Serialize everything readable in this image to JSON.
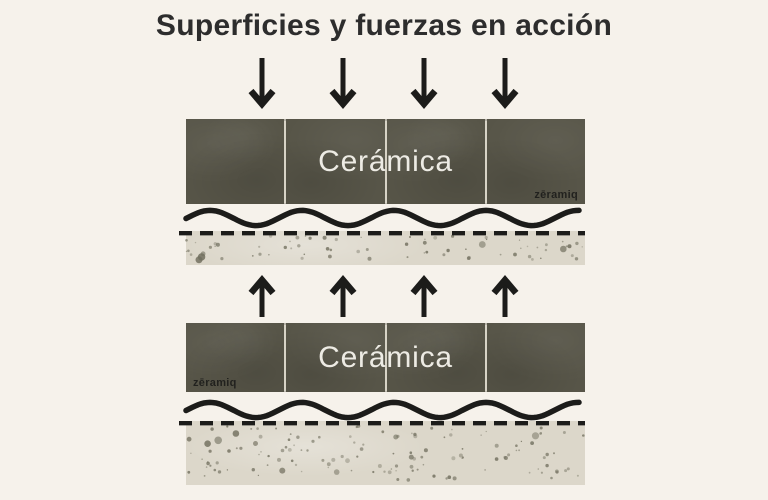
{
  "title": "Superficies y fuerzas en acción",
  "layout": {
    "tiles_per_row": 4
  },
  "forces": {
    "top_row": {
      "direction": "down",
      "count": 4
    },
    "bottom_row": {
      "direction": "up",
      "count": 4
    }
  },
  "top_assembly": {
    "tile_label": "Cerámica",
    "watermark": "zēramiq",
    "watermark_position": "bottom-right"
  },
  "bottom_assembly": {
    "tile_label": "Cerámica",
    "watermark": "zēramiq",
    "watermark_position": "bottom-left"
  },
  "colors": {
    "background": "#f6f2eb",
    "ink": "#1c1c1a",
    "title": "#2d2d2d",
    "tile": "#575548",
    "grout": "#d7d3c6",
    "tile_label": "#edebe4",
    "substrate": "#dcd7ca",
    "speckle": "#716f5e"
  }
}
